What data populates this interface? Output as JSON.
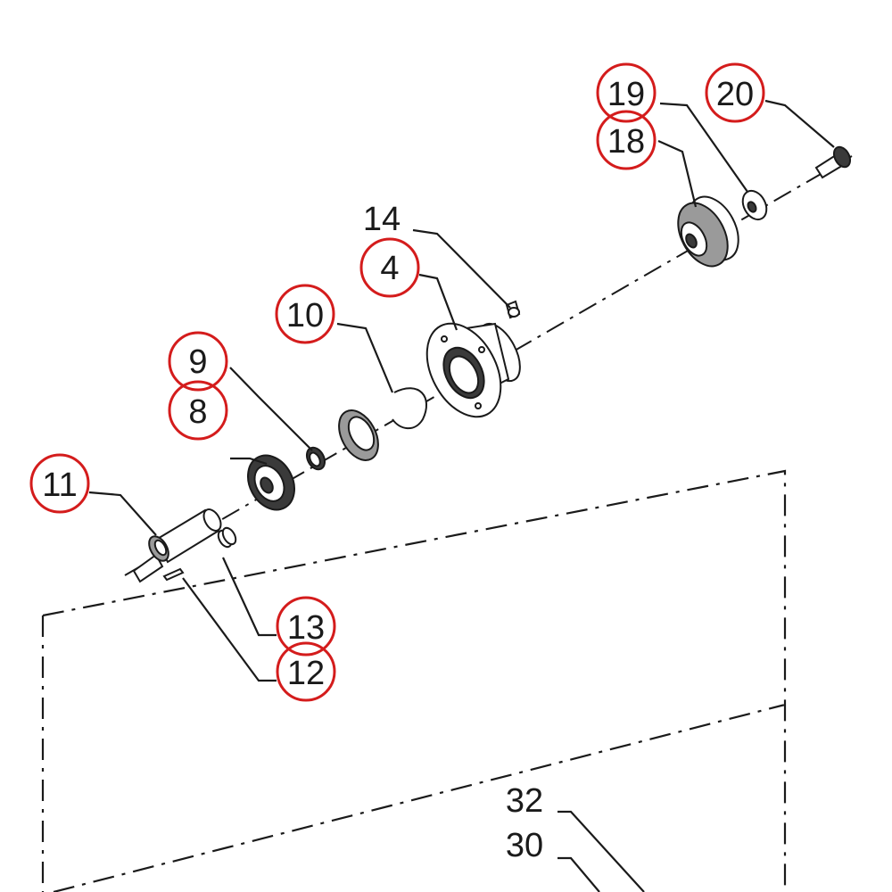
{
  "labels": {
    "p4": "4",
    "p8": "8",
    "p9": "9",
    "p10": "10",
    "p11": "11",
    "p12": "12",
    "p13": "13",
    "p14": "14",
    "p18": "18",
    "p19": "19",
    "p20": "20",
    "p30": "30",
    "p32": "32"
  },
  "colors": {
    "highlight": "#d41c1c",
    "line": "#1a1a1a"
  }
}
